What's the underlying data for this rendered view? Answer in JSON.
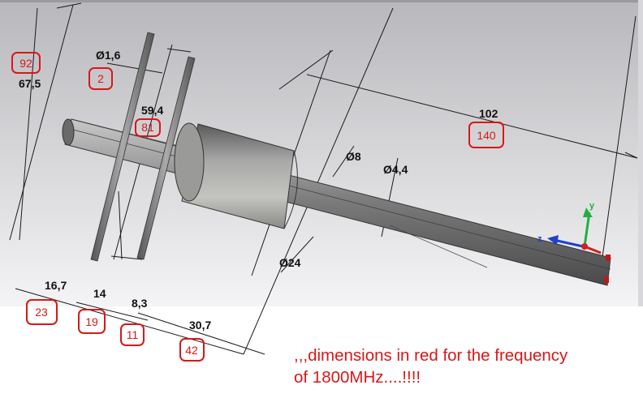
{
  "dimensions_black": {
    "d1": "67,5",
    "d2": "Ø1,6",
    "d3": "59,4",
    "d4": "102",
    "d5": "Ø8",
    "d6": "Ø4,4",
    "d7": "Ø24",
    "d8": "16,7",
    "d9": "14",
    "d10": "8,3",
    "d11": "30,7"
  },
  "dimensions_red": {
    "r1": "92",
    "r2": "2",
    "r3": "81",
    "r4": "140",
    "r5": "23",
    "r6": "19",
    "r7": "11",
    "r8": "42"
  },
  "axes": {
    "y": "y",
    "z": "z"
  },
  "note": {
    "line1": ",,,dimensions in red for the frequency",
    "line2": "of 1800MHz....!!!!"
  },
  "colors": {
    "accent_red": "#d81818",
    "viewport_top": "#b8b8bc",
    "viewport_bottom": "#f4f4f6",
    "axis_y": "#20b040",
    "axis_z": "#2040d0",
    "axis_x": "#d02020"
  }
}
